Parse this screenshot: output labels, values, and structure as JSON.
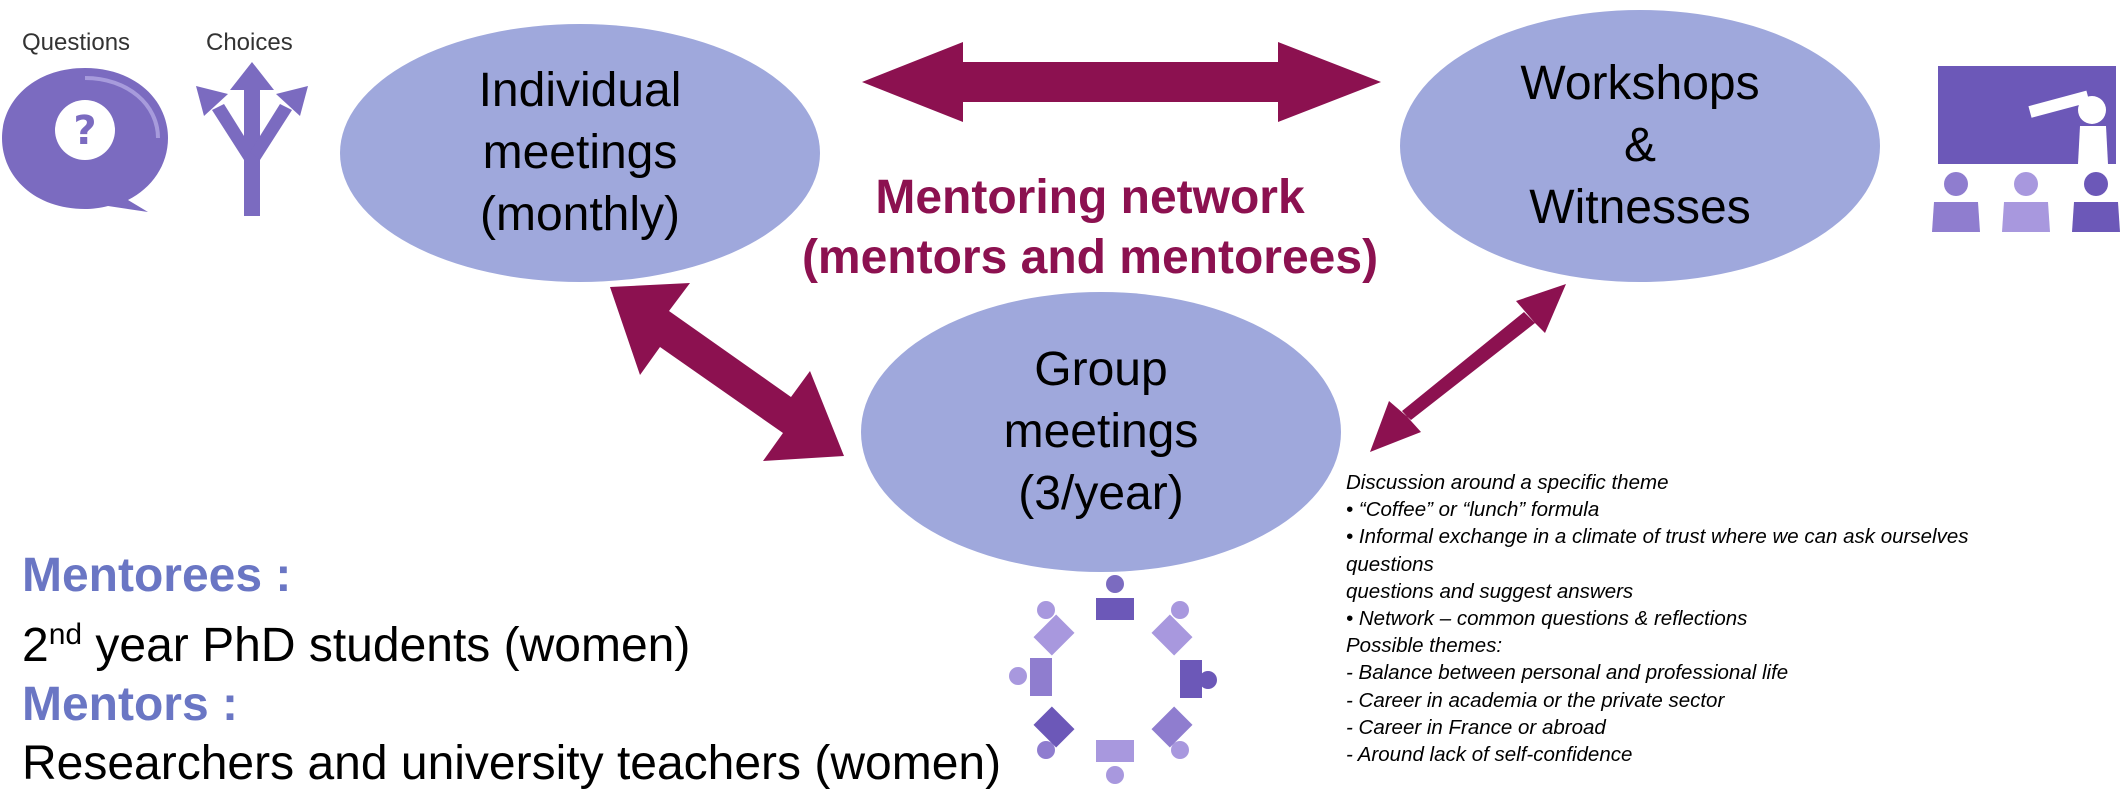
{
  "colors": {
    "ellipse": "#9fa8dc",
    "arrow": "#8c1150",
    "heading": "#6a76c4",
    "icon": "#7b6bc0"
  },
  "icons": {
    "questions": {
      "label": "Questions",
      "name": "question-bubble-icon"
    },
    "choices": {
      "label": "Choices",
      "name": "three-way-arrows-icon"
    },
    "teacher": {
      "name": "teacher-board-icon"
    },
    "round_table": {
      "name": "round-table-icon"
    }
  },
  "nodes": {
    "individual": {
      "label": "Individual\nmeetings\n(monthly)"
    },
    "workshops": {
      "label": "Workshops\n&\nWitnesses"
    },
    "group": {
      "label": "Group\nmeetings\n(3/year)"
    }
  },
  "network": {
    "line1": "Mentoring network",
    "line2": "(mentors and mentorees)"
  },
  "mentorees": {
    "heading": "Mentorees :",
    "ordinal_number": "2",
    "ordinal_suffix": "nd",
    "text": " year PhD students (women)"
  },
  "mentors": {
    "heading": "Mentors :",
    "text": "Researchers and university teachers (women)"
  },
  "discussion": [
    "Discussion around a specific theme",
    "• “Coffee” or “lunch” formula",
    "• Informal exchange in a climate of trust where we can ask ourselves",
    "questions",
    "questions and suggest answers",
    "• Network – common questions & reflections",
    "Possible themes:",
    "- Balance between personal and professional life",
    "- Career in academia or the private sector",
    "- Career in France or abroad",
    "- Around lack of self-confidence"
  ]
}
